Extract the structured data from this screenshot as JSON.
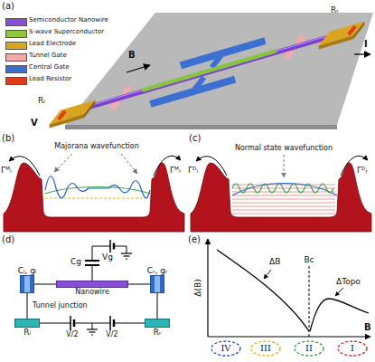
{
  "diagram": {
    "nodes": [
      {
        "text": [
          "Cₗ, gₗ"
        ]
      },
      {
        "text": [
          "Nanowire"
        ]
      },
      {
        "text": [
          "Cᵣ, gᵣ"
        ]
      },
      {
        "text": [
          "Rₗ"
        ]
      },
      {
        "text": [
          "Rᵣ"
        ]
      },
      {
        "text": [
          "IV"
        ]
      },
      {
        "text": [
          "III"
        ]
      },
      {
        "text": [
          "II"
        ]
      },
      {
        "text": [
          "I"
        ]
      }
    ],
    "edges": [
      {
        "from": 0,
        "to": 1,
        "arrow": "none"
      },
      {
        "from": 1,
        "to": 2,
        "arrow": "none"
      },
      {
        "from": 0,
        "to": 3,
        "arrow": "none"
      },
      {
        "from": 2,
        "to": 4,
        "arrow": "none"
      },
      {
        "from": 3,
        "to": 4,
        "arrow": "none"
      }
    ],
    "labels": [
      "(a)",
      "B",
      "I",
      "V",
      "Rₗ",
      "Rᵣ",
      "(b)",
      "Majorana wavefunction",
      "Γᴹₗ",
      "Γᴹᵣ",
      "(c)",
      "Normal state wavefunction",
      "Γᴰₗ",
      "Γᴰᵣ",
      "(d)",
      "Cg",
      "Vg",
      "Tunnel junction",
      "V/2",
      "V/2",
      "(e)",
      "Δ(B)",
      "Bc",
      "ΔB",
      "ΔTopo",
      "B"
    ],
    "legend": [
      {
        "text": "Semiconductor Nanowire",
        "color": "#8a4fd8"
      },
      {
        "text": "S-wave Superconductor",
        "color": "#8ec63f"
      },
      {
        "text": "Lead Electrode",
        "color": "#d9a521"
      },
      {
        "text": "Tunnel Gate",
        "color": "#f2a9a9"
      },
      {
        "text": "Central Gate",
        "color": "#3b6fd1"
      },
      {
        "text": "Lead Resistor",
        "color": "#e23b18"
      }
    ]
  }
}
